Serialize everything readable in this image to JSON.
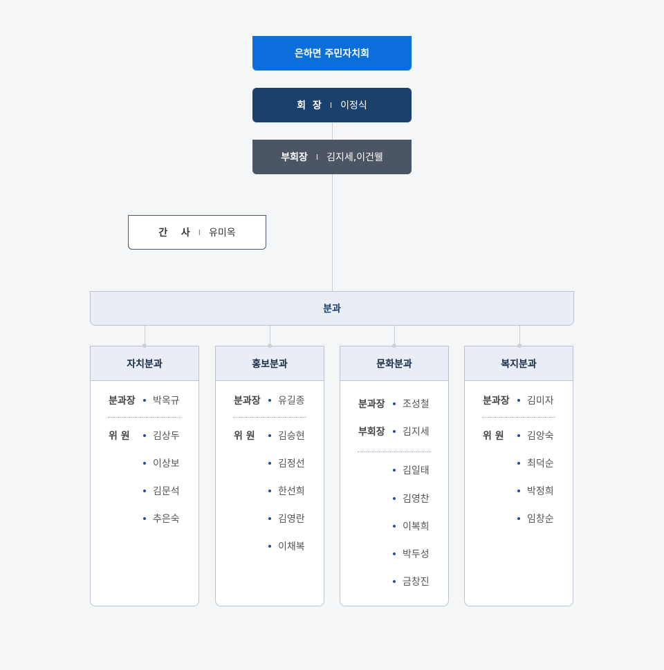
{
  "org": {
    "title": "은하면 주민자치회",
    "chair": {
      "role": "회  장",
      "sep": "I",
      "name": "이정식"
    },
    "vice": {
      "role": "부회장",
      "sep": "I",
      "name": "김지세,이건웰"
    },
    "secretary": {
      "role": "간    사",
      "sep": "I",
      "name": "유미옥"
    },
    "division_label": "분과"
  },
  "columns": [
    {
      "title": "자치분과",
      "head_label": "분과장",
      "head_name": "박옥규",
      "member_label": "위 원",
      "members": [
        "김상두",
        "이상보",
        "김문석",
        "추은숙"
      ]
    },
    {
      "title": "홍보분과",
      "head_label": "분과장",
      "head_name": "유길종",
      "member_label": "위 원",
      "members": [
        "김승현",
        "김정선",
        "한선희",
        "김영란",
        "이채복"
      ]
    },
    {
      "title": "문화분과",
      "head_label": "분과장",
      "head_name": "조성철",
      "vice_label": "부회장",
      "vice_name": "김지세",
      "members": [
        "김일태",
        "김영찬",
        "이복희",
        "박두성",
        "금창진"
      ]
    },
    {
      "title": "복지분과",
      "head_label": "분과장",
      "head_name": "김미자",
      "member_label": "위 원",
      "members": [
        "김앙숙",
        "최덕순",
        "박정희",
        "임창순"
      ]
    }
  ]
}
